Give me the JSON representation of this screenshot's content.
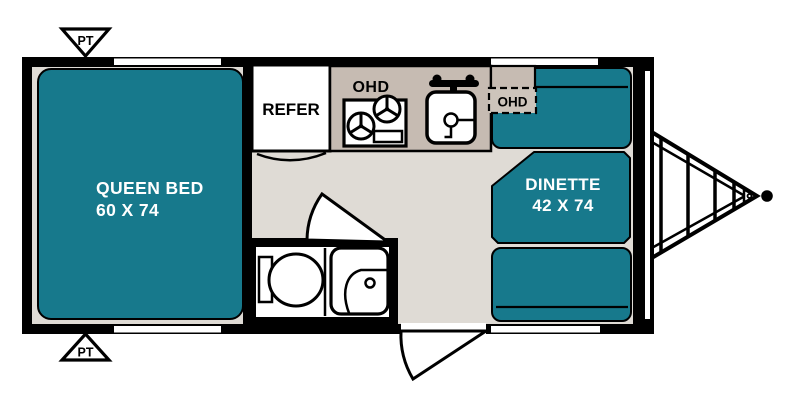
{
  "floorplan": {
    "type": "travel-trailer-floor-plan",
    "colors": {
      "teal": "#17798C",
      "counter": "#C6BBB2",
      "ohd_box": "#CDC4BB",
      "floor": "#DFDBD5",
      "line": "#000000",
      "white": "#FFFFFF"
    },
    "labels": {
      "queen_bed_line1": "QUEEN BED",
      "queen_bed_line2": "60 X 74",
      "dinette_line1": "DINETTE",
      "dinette_line2": "42 X 74",
      "refrigerator": "REFER",
      "ohd_kitchen": "OHD",
      "ohd_dinette": "OHD",
      "pt_front": "PT",
      "pt_rear": "PT"
    }
  }
}
